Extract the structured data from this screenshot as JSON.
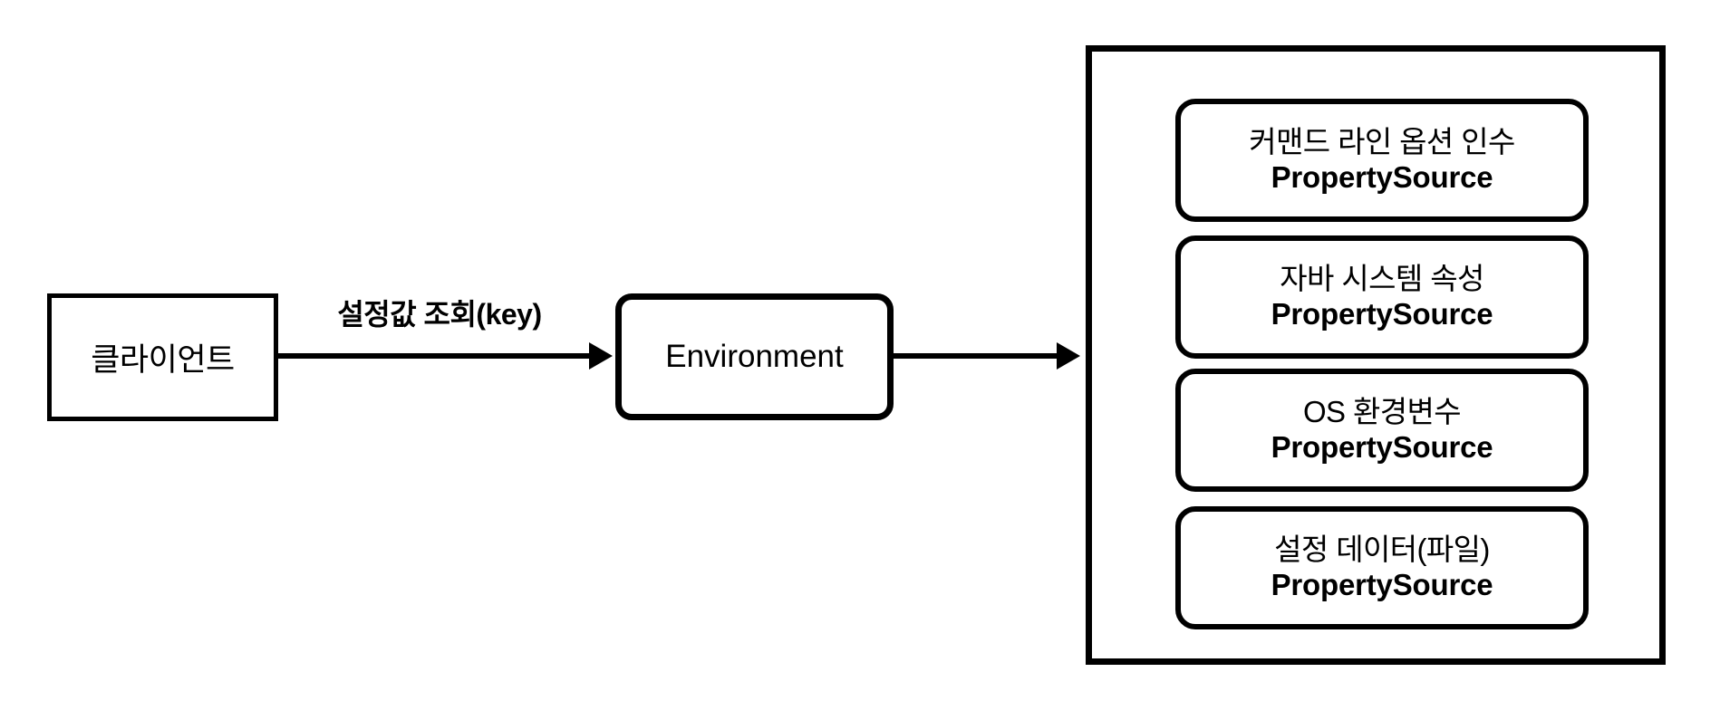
{
  "diagram": {
    "type": "flow-diagram",
    "background_color": "#ffffff",
    "stroke_color": "#000000",
    "nodes": {
      "client": {
        "label": "클라이언트",
        "shape": "rectangle"
      },
      "environment": {
        "label": "Environment",
        "shape": "rounded-rectangle"
      }
    },
    "edges": [
      {
        "from": "client",
        "to": "environment",
        "label": "설정값 조회(key)",
        "direction": "right"
      },
      {
        "from": "environment",
        "to": "property-sources-container",
        "label": "",
        "direction": "right"
      }
    ],
    "property_sources": {
      "container_shape": "rectangle",
      "items": [
        {
          "title": "커맨드 라인 옵션 인수",
          "subtitle": "PropertySource"
        },
        {
          "title": "자바 시스템 속성",
          "subtitle": "PropertySource"
        },
        {
          "title": "OS 환경변수",
          "subtitle": "PropertySource"
        },
        {
          "title": "설정 데이터(파일)",
          "subtitle": "PropertySource"
        }
      ]
    }
  }
}
